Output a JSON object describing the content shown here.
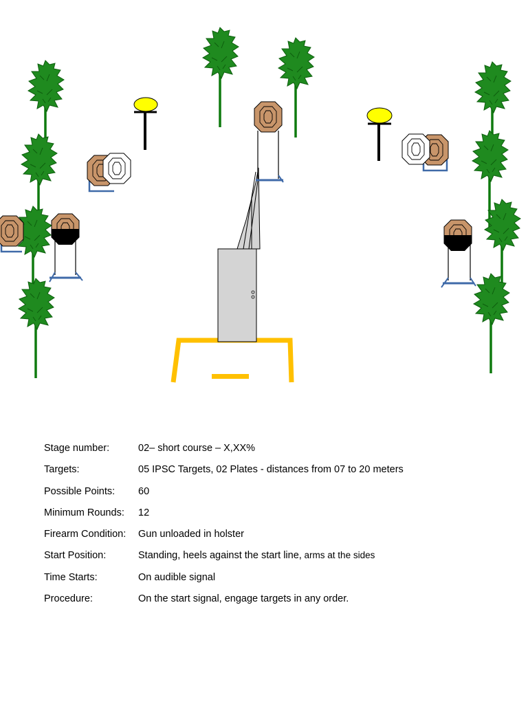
{
  "briefing": {
    "rows": [
      {
        "label": "Stage number:",
        "value": "02– short course – X,XX%"
      },
      {
        "label": "Targets:",
        "value": "05 IPSC Targets, 02 Plates - distances from 07 to 20 meters"
      },
      {
        "label": "Possible Points:",
        "value": "60"
      },
      {
        "label": "Minimum Rounds:",
        "value": "12"
      },
      {
        "label": "Firearm Condition:",
        "value": "Gun unloaded in holster"
      },
      {
        "label": "Start Position:",
        "value": "Standing, heels against the start line,",
        "value_small": " arms at the sides"
      },
      {
        "label": "Time Starts:",
        "value": "On audible signal"
      },
      {
        "label": "Procedure:",
        "value": "On the start signal, engage targets in any order."
      }
    ]
  },
  "diagram": {
    "colors": {
      "tree": "#1f8a1f",
      "tree_dark": "#0d5e0d",
      "target_tan": "#c8956a",
      "target_no_shoot": "#ffffff",
      "target_black": "#000000",
      "plate_yellow": "#ffff00",
      "start_box": "#ffc000",
      "wall": "#d4d4d4",
      "stand_blue": "#3f6aa8"
    }
  }
}
